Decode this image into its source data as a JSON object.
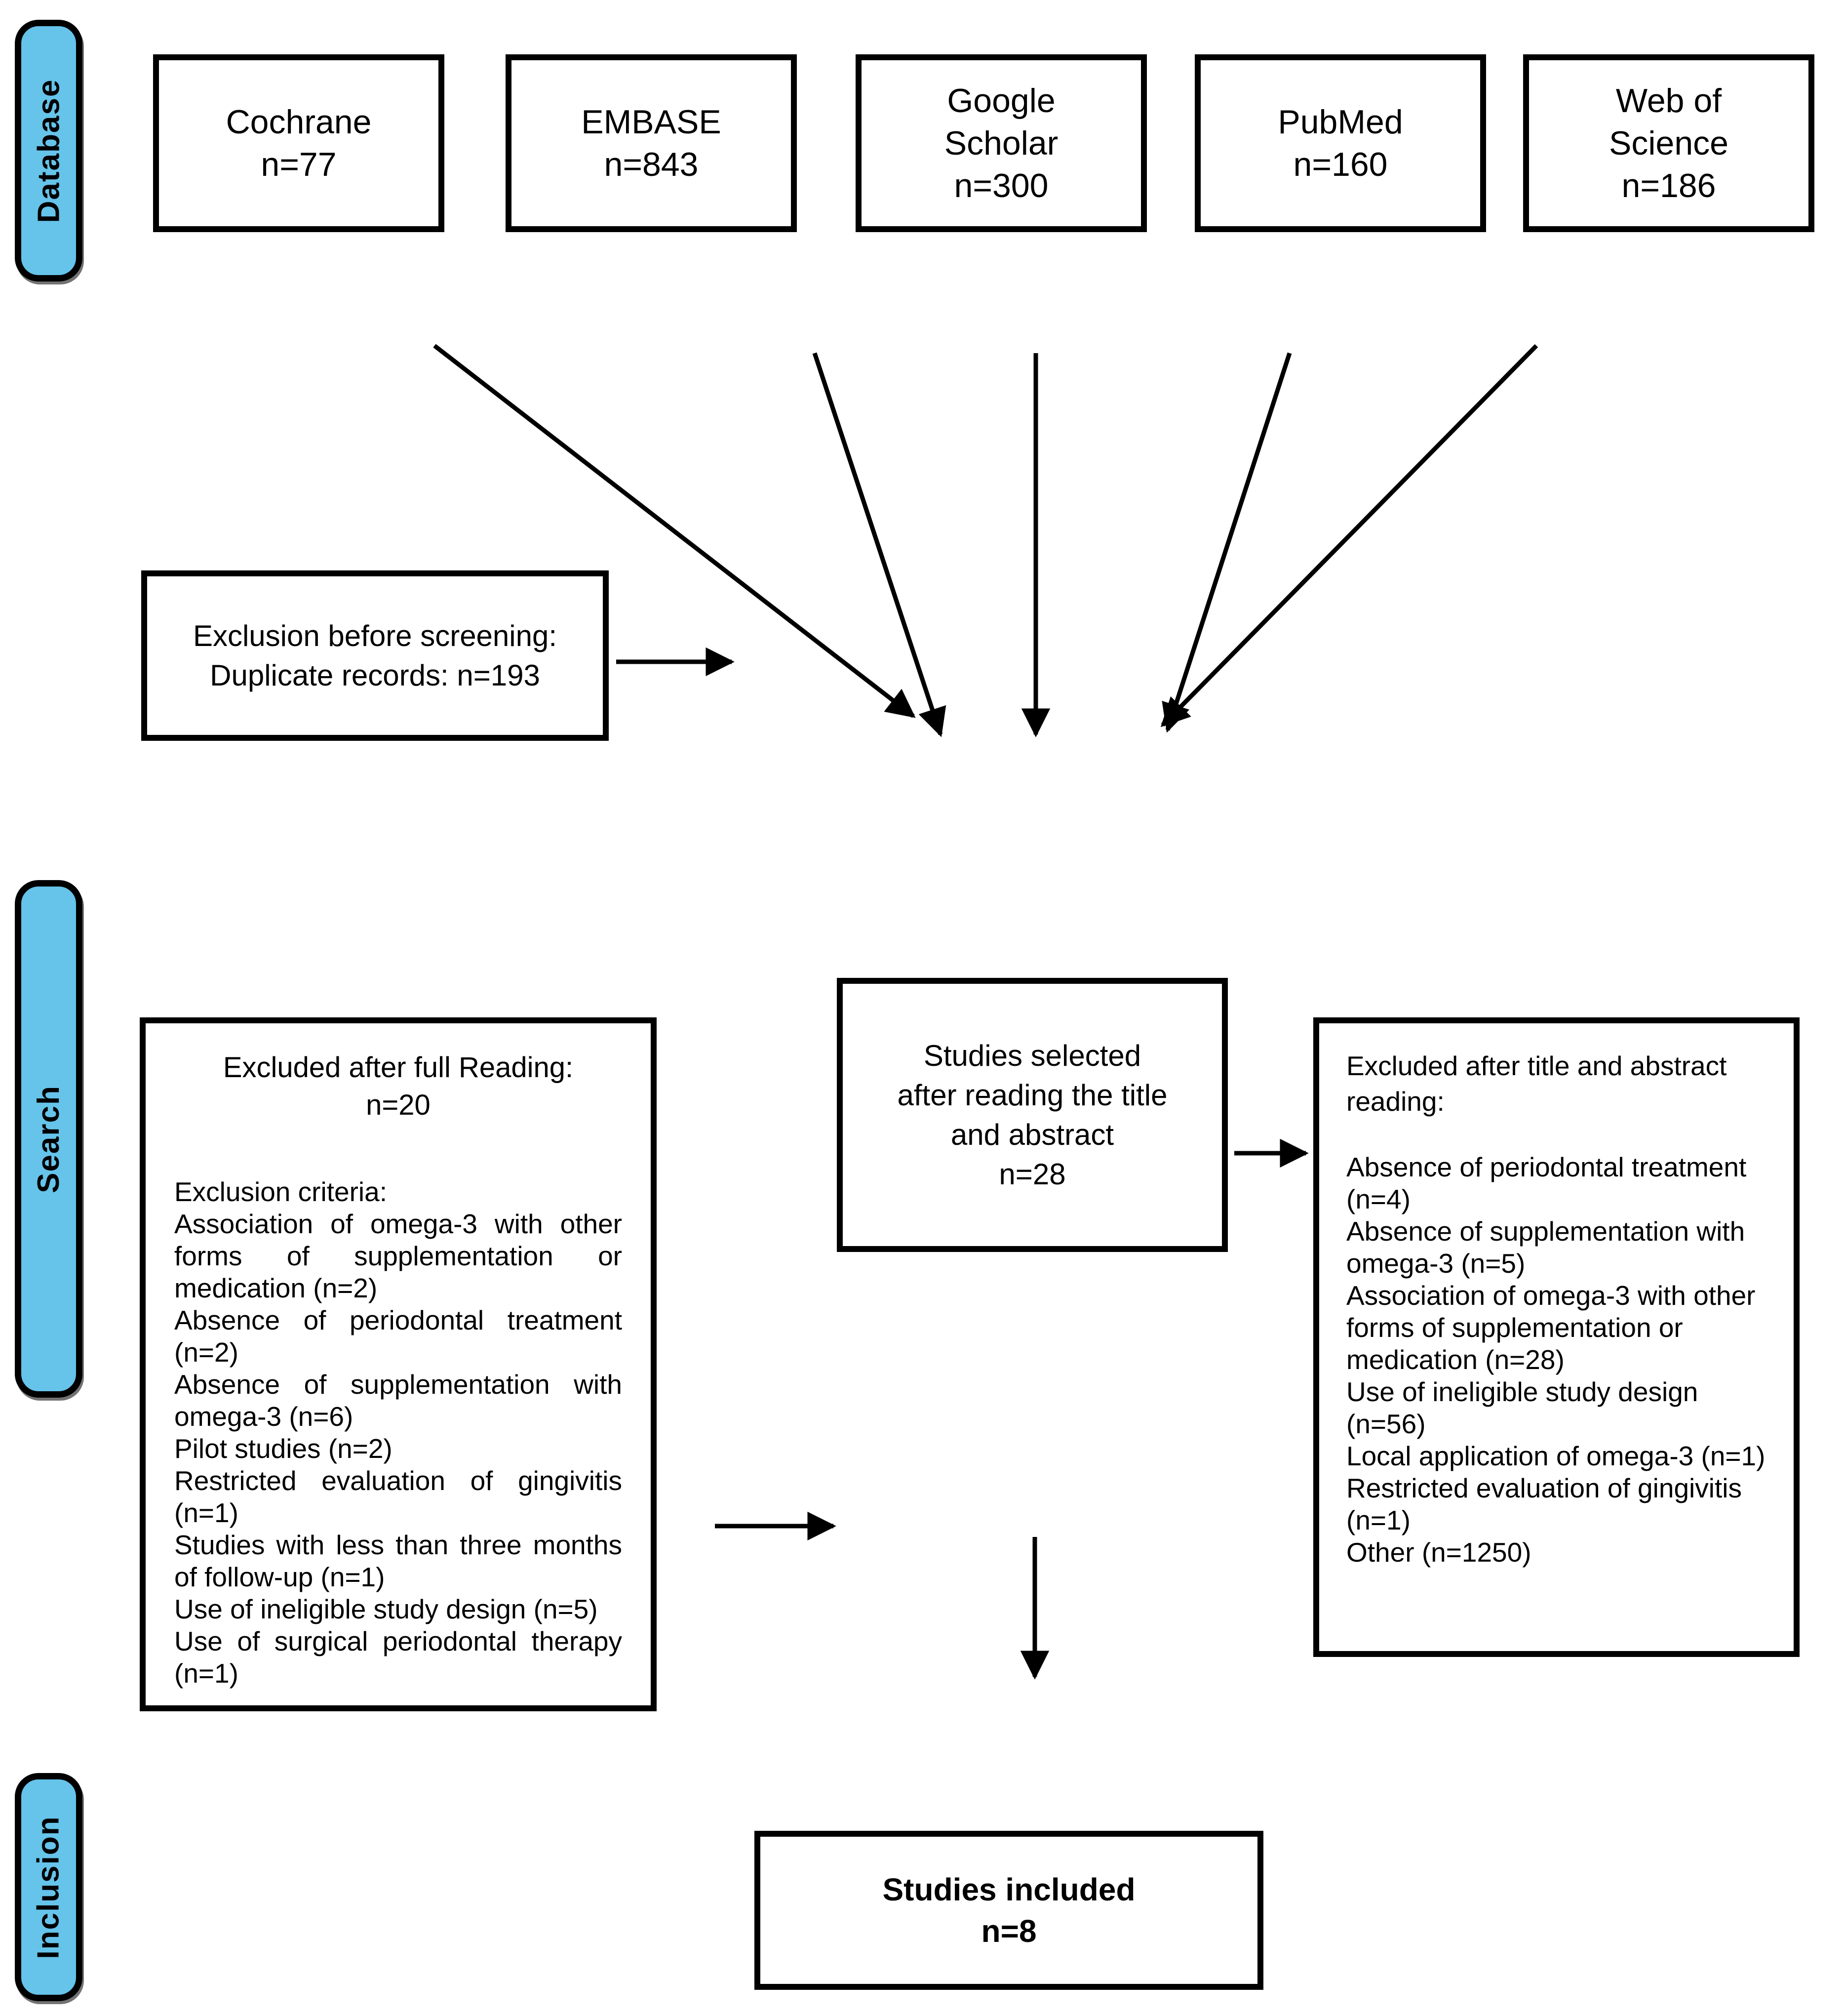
{
  "phases": {
    "database": "Database",
    "search": "Search",
    "inclusion": "Inclusion"
  },
  "databases": [
    {
      "lines": [
        "Cochrane",
        "n=77"
      ]
    },
    {
      "lines": [
        "EMBASE",
        "n=843"
      ]
    },
    {
      "lines": [
        "Google",
        "Scholar",
        "n=300"
      ]
    },
    {
      "lines": [
        "PubMed",
        "n=160"
      ]
    },
    {
      "lines": [
        "Web of",
        "Science",
        "n=186"
      ]
    }
  ],
  "exclusion_before_screening": {
    "lines": [
      "Exclusion before screening:",
      "Duplicate records: n=193"
    ]
  },
  "excluded_full_reading": {
    "title": "Excluded after full Reading:",
    "count": "n=20",
    "criteria_heading": "Exclusion criteria:",
    "items": [
      "Association of omega-3 with other forms of supplementation or medication (n=2)",
      "Absence of periodontal treatment (n=2)",
      "Absence of supplementation with omega-3 (n=6)",
      "Pilot studies (n=2)",
      "Restricted evaluation of gingivitis (n=1)",
      "Studies with less than three months of follow-up (n=1)",
      "Use of ineligible study design (n=5)",
      "Use of surgical periodontal therapy (n=1)"
    ]
  },
  "studies_selected": {
    "lines": [
      "Studies selected",
      "after reading the title",
      "and abstract",
      "n=28"
    ]
  },
  "excluded_title_abstract": {
    "title": "Excluded after title and abstract reading:",
    "items": [
      "Absence of periodontal treatment (n=4)",
      "Absence of supplementation with omega-3 (n=5)",
      "Association of omega-3 with other forms of supplementation or medication (n=28)",
      "Use of ineligible study design (n=56)",
      "Local application of omega-3 (n=1)",
      "Restricted evaluation of gingivitis (n=1)",
      "Other (n=1250)"
    ]
  },
  "studies_included": {
    "lines": [
      "Studies included",
      "n=8"
    ]
  },
  "colors": {
    "phase_fill": "#66C3EA",
    "line": "#000000",
    "background": "#FFFFFF"
  }
}
